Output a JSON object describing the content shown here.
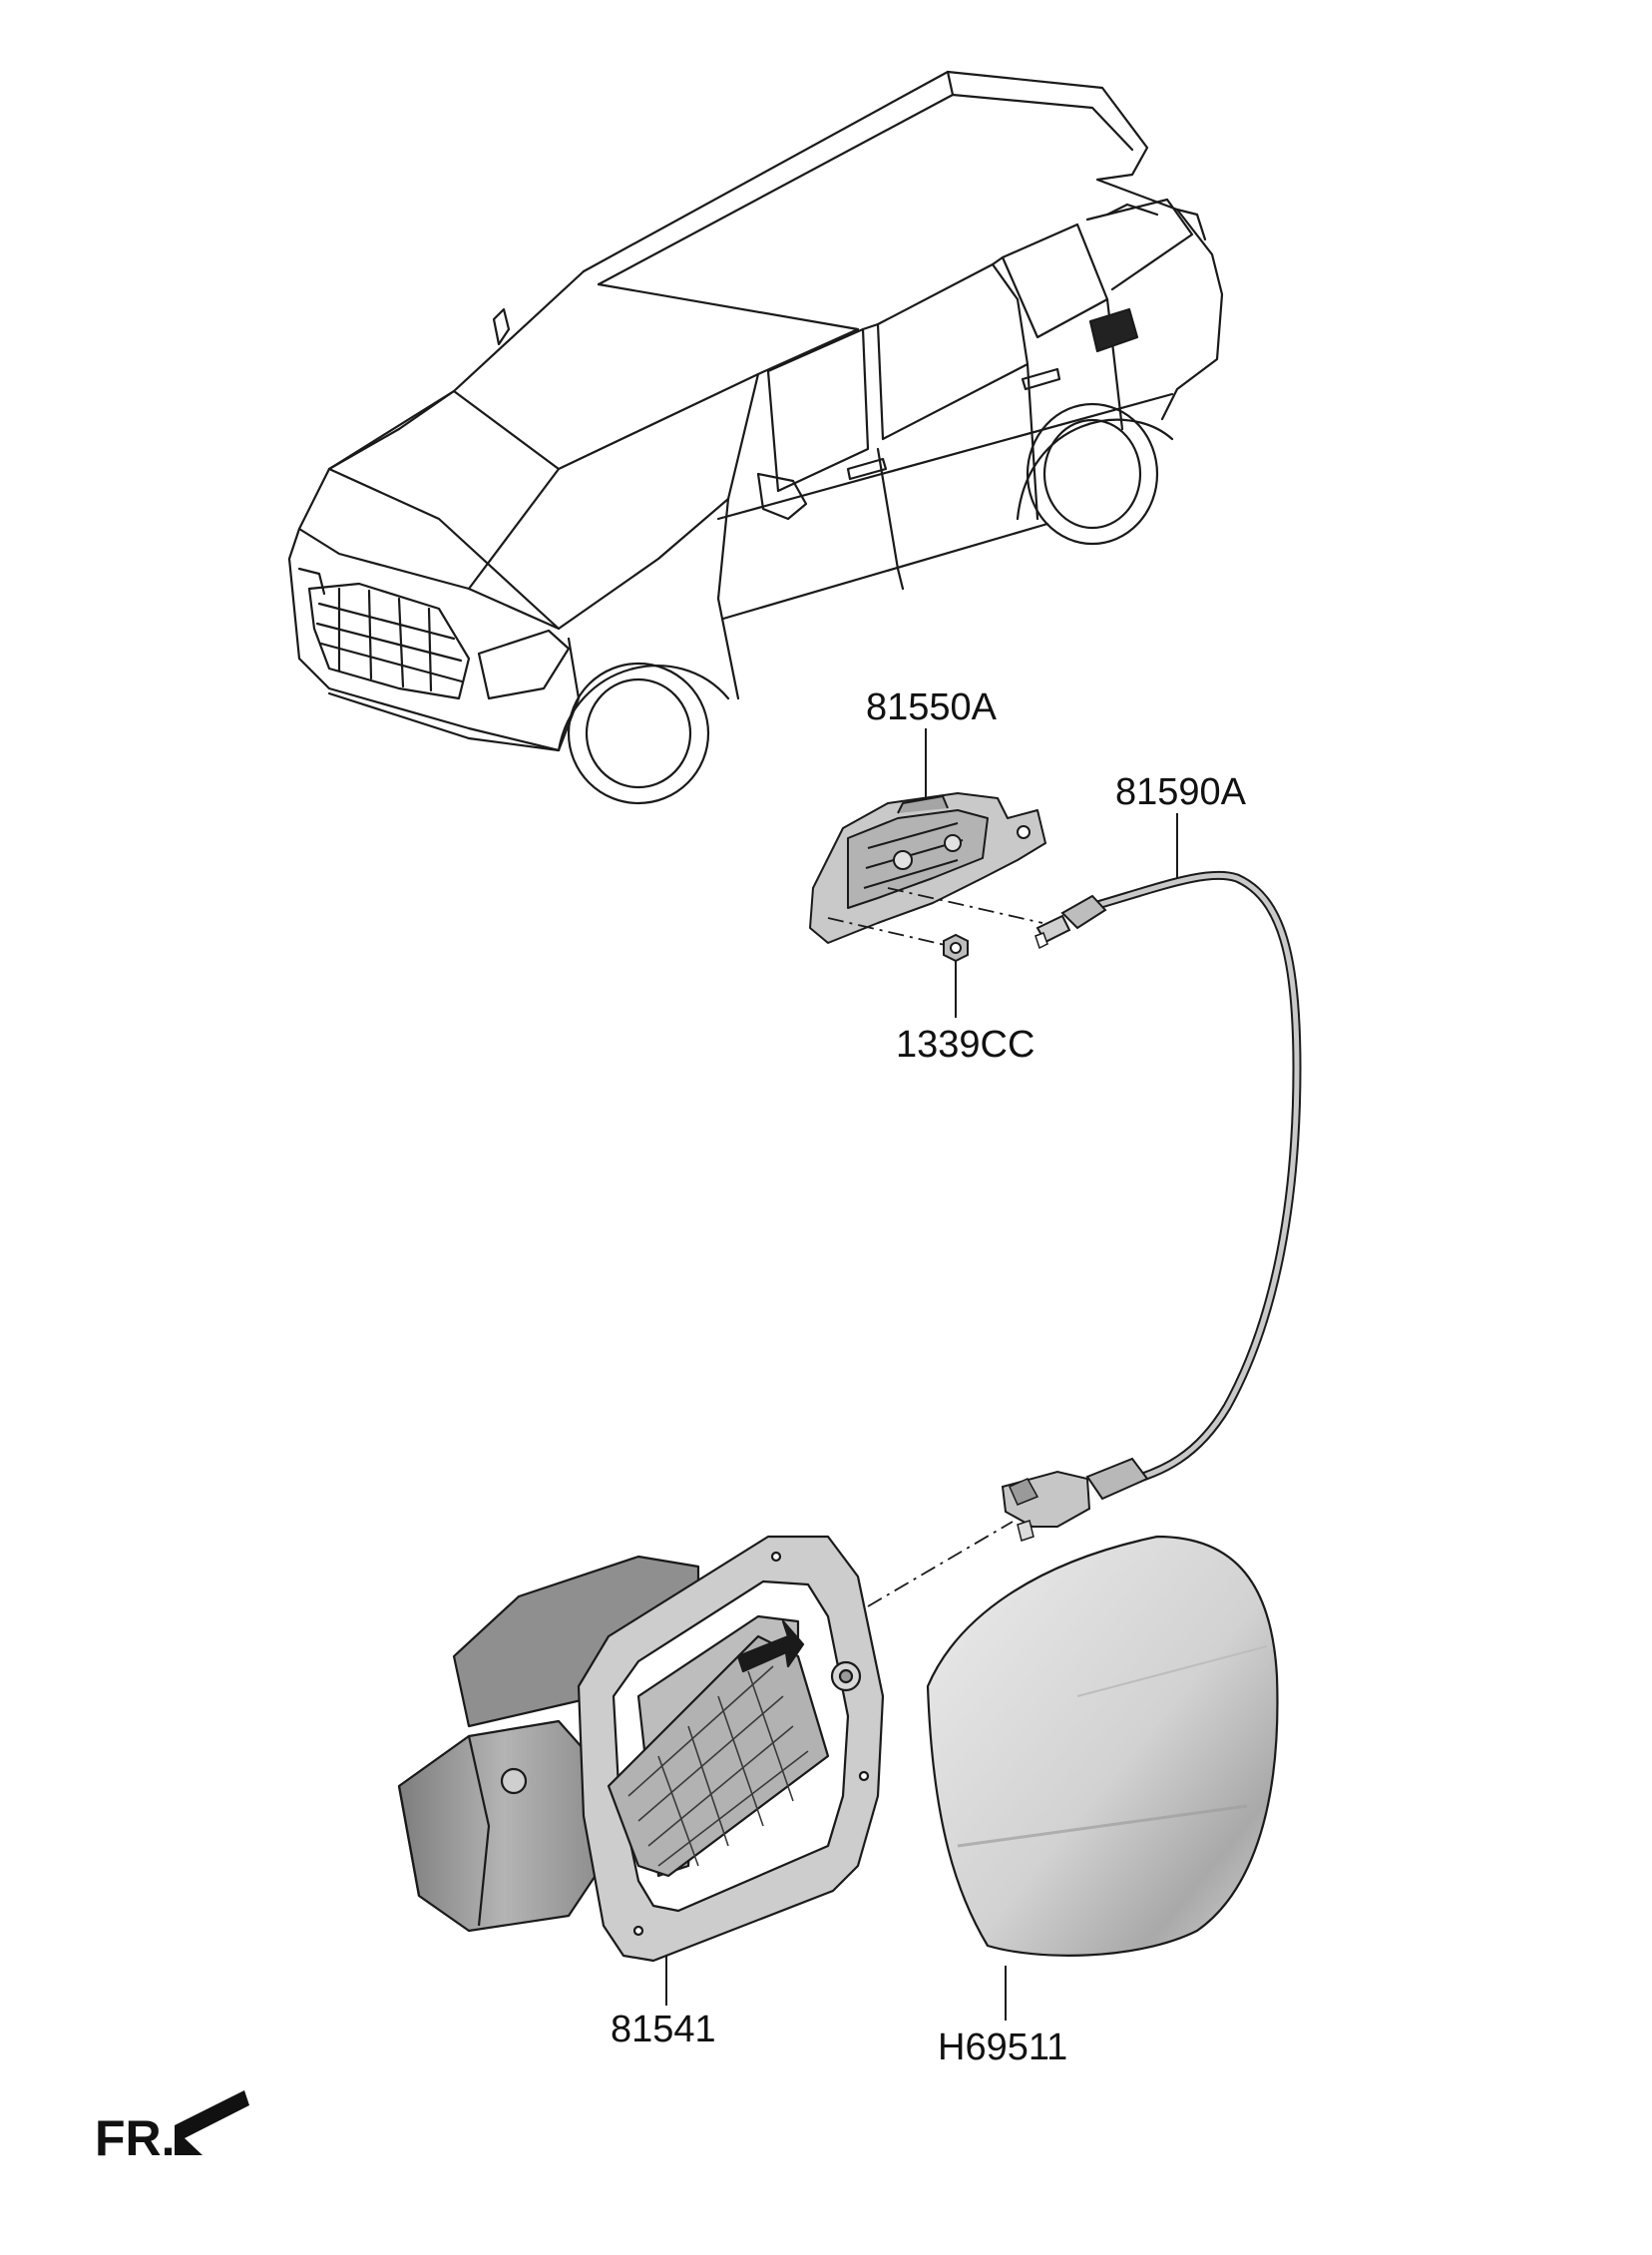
{
  "parts": {
    "actuator": "81550A",
    "cable": "81590A",
    "nut": "1339CC",
    "housing": "81541",
    "door": "H69511"
  },
  "direction": {
    "label": "FR."
  },
  "colors": {
    "line": "#1a1a1a",
    "part_fill": "#c8c8c8",
    "part_dark": "#8e8e8e",
    "part_light": "#e6e6e6"
  }
}
